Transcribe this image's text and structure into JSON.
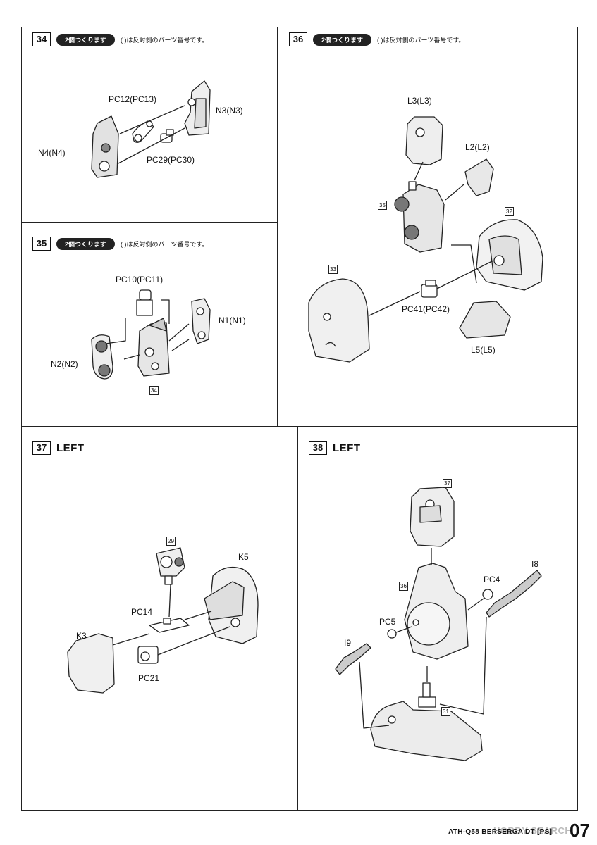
{
  "panels": [
    {
      "num": "34",
      "pill": "2個つくります",
      "note": "( )は反対側のパーツ番号です。"
    },
    {
      "num": "35",
      "pill": "2個つくります",
      "note": "( )は反対側のパーツ番号です。"
    },
    {
      "num": "36",
      "pill": "2個つくります",
      "note": "( )は反対側のパーツ番号です。"
    },
    {
      "num": "37",
      "side": "LEFT"
    },
    {
      "num": "38",
      "side": "LEFT"
    }
  ],
  "p34": {
    "pc12": "PC12(PC13)",
    "n3": "N3(N3)",
    "n4": "N4(N4)",
    "pc29": "PC29(PC30)"
  },
  "p35": {
    "pc10": "PC10(PC11)",
    "n1": "N1(N1)",
    "n2": "N2(N2)",
    "ref": "34"
  },
  "p36": {
    "l3": "L3(L3)",
    "l2": "L2(L2)",
    "ref35": "35",
    "ref32": "32",
    "ref33": "33",
    "pc41": "PC41(PC42)",
    "l5": "L5(L5)"
  },
  "p37": {
    "ref29": "29",
    "k5": "K5",
    "pc14": "PC14",
    "k3": "K3",
    "pc21": "PC21"
  },
  "p38": {
    "ref37": "37",
    "ref36": "36",
    "pc4": "PC4",
    "i8": "I8",
    "pc5": "PC5",
    "i9": "I9",
    "ref31": "31"
  },
  "footer": {
    "title": "ATH-Q58 BERSERGA DT [PS]",
    "page": "07",
    "watermark": "HOBBY SEARCH"
  }
}
